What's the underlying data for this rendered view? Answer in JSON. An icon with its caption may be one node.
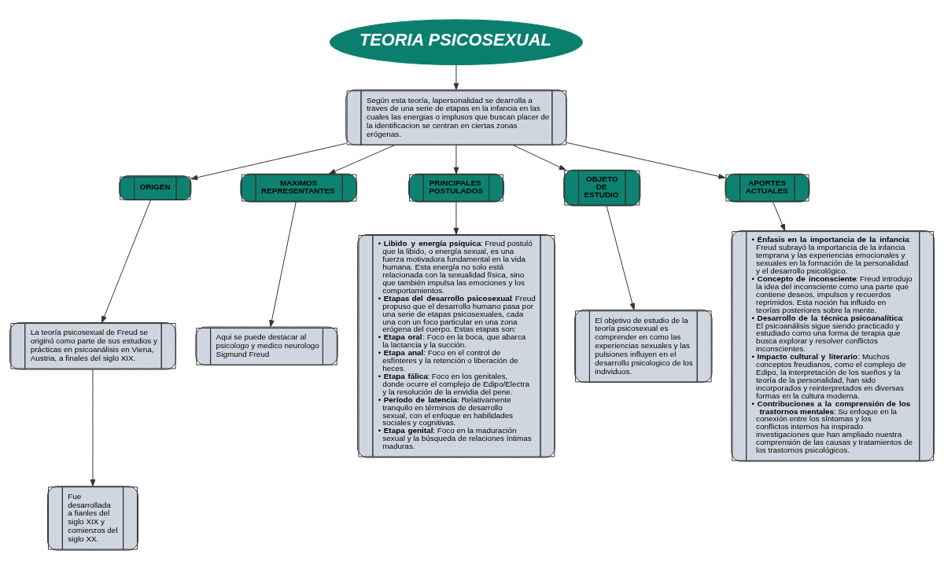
{
  "diagram": {
    "nodes": [
      {
        "text": [
          "TEORIA PSICOSEXUAL"
        ]
      },
      {
        "text": [
          "Según esta teoría, lapersonalidad se dearrolla a traves de una serie de etapas en la infancia en las cuales las energias o implusos que buscan placer de la identificacion se centran en ciertas zonas erógenas."
        ]
      },
      {
        "text": [
          "ORIGEN"
        ]
      },
      {
        "text": [
          "MAXIMOS REPRESENTANTES"
        ]
      },
      {
        "text": [
          "PRINCIPALES POSTULADOS"
        ]
      },
      {
        "text": [
          "OBJETO DE ESTUDIO"
        ]
      },
      {
        "text": [
          "APORTES ACTUALES"
        ]
      },
      {
        "text": [
          "La teoría psicosexual de Freud se originó como parte de sus estudios y prácticas en psicoanálisis en Viena, Austria, a finales del siglo XIX."
        ]
      },
      {
        "text": [
          "Aqui se puede destacar al psicologo y medico neurologo Sigmund Freud"
        ]
      },
      {
        "text": [
          "• **Libido y energía psíquica**: Freud postuló que la libido, o energía sexual, es una fuerza motivadora fundamental en la vida humana. Esta energía no solo está relacionada con la sexualidad física, sino que también impulsa las emociones y los comportamientos.",
          "• **Etapas del desarrollo psicosexual**: Freud propuso que el desarrollo humano pasa por una serie de etapas psicosexuales, cada una con un foco particular en una zona erógena del cuerpo. Estas etapas son:",
          "• **Etapa oral**: Foco en la boca, que abarca la lactancia y la succión.",
          "• **Etapa anal**: Foco en el control de esfínteres y la retención o liberación de heces.",
          "• **Etapa fálica**: Foco en los genitales, donde ocurre el complejo de Edipo/Electra y la resolución de la envidia del pene.",
          "• **Período de latencia**: Relativamente tranquilo en términos de desarrollo sexual, con el enfoque en habilidades sociales y cognitivas.",
          "• **Etapa genital**: Foco en la maduración sexual y la búsqueda de relaciones íntimas maduras."
        ]
      },
      {
        "text": [
          "El objetivo de estudio de la teoría psicosexual es comprender en como las experiencias sexuales y las pulsiones influyen en el desarrollo psicologico de los individuos."
        ]
      },
      {
        "text": [
          "• **Énfasis en la importancia de la infancia**: Freud subrayó la importancia de la infancia temprana y las experiencias emocionales y sexuales en la formación de la personalidad y el desarrollo psicológico.",
          "• **Concepto de inconsciente**: Freud introdujo la idea del inconsciente como una parte que contiene deseos, impulsos y recuerdos reprimidos. Esta noción ha influido en teorías posteriores sobre la mente.",
          "• **Desarrollo de la técnica psicoanalítica**: El psicoanálisis sigue siendo practicado y estudiado como una forma de terapia que busca explorar y resolver conflictos inconscientes.",
          "• **Impacto cultural y literario**: Muchos conceptos freudianos, como el complejo de Edipo, la interpretación de los sueños y la teoría de la personalidad, han sido incorporados y reinterpretados en diversas formas en la cultura moderna.",
          "• **Contribuciones a la comprensión de los trastornos mentales**: Su enfoque en la conexión entre los síntomas y los conflictos internos ha inspirado investigaciones que han ampliado nuestra comprensión de las causas y tratamientos de los trastornos psicológicos."
        ]
      },
      {
        "text": [
          "Fue desarrollada a fianles del siglo XIX y comienzos del siglo XX."
        ]
      }
    ],
    "edges": [
      {
        "from": 0,
        "to": 1,
        "arrow": "to"
      },
      {
        "from": 1,
        "to": 2,
        "arrow": "to"
      },
      {
        "from": 1,
        "to": 3,
        "arrow": "to"
      },
      {
        "from": 1,
        "to": 4,
        "arrow": "to"
      },
      {
        "from": 1,
        "to": 5,
        "arrow": "to"
      },
      {
        "from": 1,
        "to": 6,
        "arrow": "to"
      },
      {
        "from": 2,
        "to": 7,
        "arrow": "to"
      },
      {
        "from": 3,
        "to": 8,
        "arrow": "to"
      },
      {
        "from": 4,
        "to": 9,
        "arrow": "to"
      },
      {
        "from": 5,
        "to": 10,
        "arrow": "to"
      },
      {
        "from": 6,
        "to": 11,
        "arrow": "to"
      },
      {
        "from": 7,
        "to": 12,
        "arrow": "to"
      }
    ]
  }
}
